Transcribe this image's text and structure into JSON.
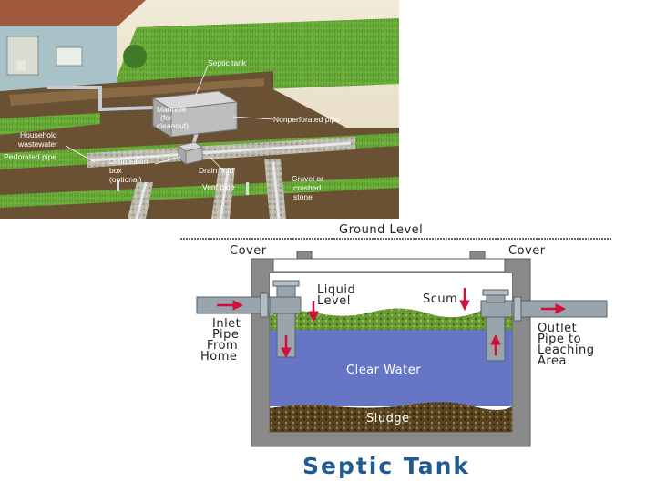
{
  "top_illustration": {
    "labels": {
      "septic_tank": "Septic tank",
      "manhole_1": "Manhole",
      "manhole_2": "(for",
      "manhole_3": "cleanout)",
      "nonperforated_pipe": "Nonperforated pipe",
      "household_1": "Household",
      "household_2": "wastewater",
      "perforated_pipe": "Perforated pipe",
      "distribution_1": "Distribution",
      "distribution_2": "box",
      "distribution_3": "(optional)",
      "drain_field": "Drain field",
      "vent_pipe": "Vent pipe",
      "gravel_1": "Gravel or",
      "gravel_2": "crushed",
      "gravel_3": "stone"
    }
  },
  "cross_section": {
    "ground_level": "Ground Level",
    "cover_left": "Cover",
    "cover_right": "Cover",
    "liquid_level_1": "Liquid",
    "liquid_level_2": "Level",
    "scum": "Scum",
    "clear_water": "Clear Water",
    "sludge": "Sludge",
    "inlet": [
      "Inlet",
      "Pipe",
      "From",
      "Home"
    ],
    "outlet": [
      "Outlet",
      "Pipe to",
      "Leaching",
      "Area"
    ],
    "colors": {
      "concrete": "#8a8a8a",
      "water": "#6676c4",
      "scum": "#5d8a2e",
      "sludge": "#4a3a1c",
      "arrow": "#d0103a",
      "pipe": "#9aa4ad"
    }
  },
  "title": "Septic Tank"
}
